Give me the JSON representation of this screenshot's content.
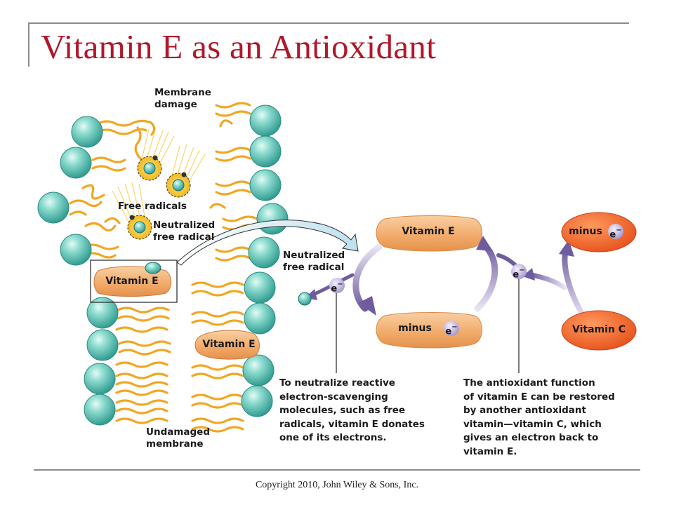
{
  "slide": {
    "title": "Vitamin E as an Antioxidant",
    "footer": "Copyright 2010, John Wiley & Sons, Inc."
  },
  "diagram": {
    "membrane_damage_label": [
      "Membrane",
      "damage"
    ],
    "free_radicals_label": "Free radicals",
    "neutralized_label_left": [
      "Neutralized",
      "free radical"
    ],
    "neutralized_label_center": [
      "Neutralized",
      "free radical"
    ],
    "vitamin_e_membrane_left": "Vitamin E",
    "vitamin_e_membrane_right": "Vitamin E",
    "undamaged_membrane_label": [
      "Undamaged",
      "membrane"
    ],
    "cycle_top": "Vitamin E",
    "cycle_bottom": "minus",
    "vitamin_c_top": "minus",
    "vitamin_c_bottom": "Vitamin C",
    "electron_symbol": "e",
    "electron_charge": "−",
    "note_left": [
      "To neutralize reactive",
      "electron-scavenging",
      "molecules, such as free",
      "radicals, vitamin E donates",
      "one of its electrons."
    ],
    "note_right": [
      "The antioxidant function",
      "of vitamin E can be restored",
      "by another antioxidant",
      "vitamin—vitamin C, which",
      "gives an electron back to",
      "vitamin E."
    ]
  },
  "colors": {
    "title": "#b0182a",
    "head_teal": "#5fc4b8",
    "tail_orange": "#f2a623",
    "vitamin_e_tan": "#f3b478",
    "vitamin_c_orange": "#f26a2e",
    "arrow_purple": "#7d6aa8",
    "radical_yellow": "#f6c93c"
  }
}
